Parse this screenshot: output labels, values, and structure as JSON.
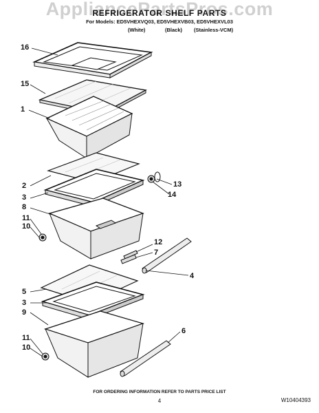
{
  "watermark": "AppliancePartsPros.com",
  "header": {
    "title": "REFRIGERATOR SHELF PARTS",
    "models_line": "For Models: ED5VHEXVQ03, ED5VHEXVB03, ED5VHEXVL03",
    "variants": [
      "(White)",
      "(Black)",
      "(Stainless-VCM)"
    ]
  },
  "callouts": {
    "c16": "16",
    "c15": "15",
    "c1": "1",
    "c2": "2",
    "c3a": "3",
    "c8": "8",
    "c11a": "11",
    "c10a": "10",
    "c13": "13",
    "c14": "14",
    "c12": "12",
    "c7": "7",
    "c4": "4",
    "c5": "5",
    "c3b": "3",
    "c9": "9",
    "c11b": "11",
    "c10b": "10",
    "c6": "6"
  },
  "footer": {
    "note": "FOR ORDERING INFORMATION REFER TO PARTS PRICE LIST",
    "page_number": "4",
    "doc_id": "W10404393"
  }
}
